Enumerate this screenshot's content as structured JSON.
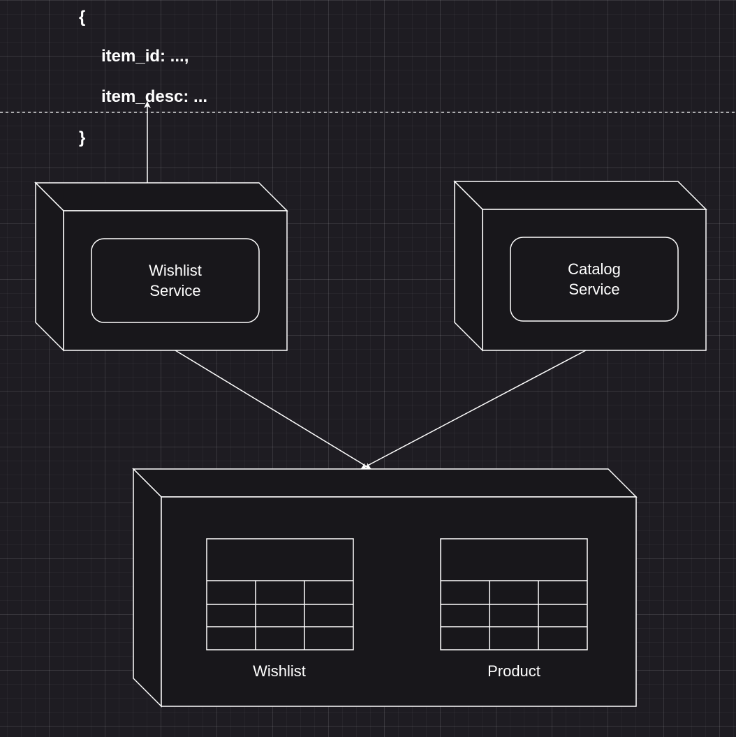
{
  "payload": {
    "open_brace": "{",
    "line1": "item_id: ...,",
    "line2": "item_desc: ...",
    "close_brace": "}"
  },
  "nodes": {
    "wishlist_service": {
      "line1": "Wishlist",
      "line2": "Service"
    },
    "catalog_service": {
      "line1": "Catalog",
      "line2": "Service"
    }
  },
  "database": {
    "tables": [
      {
        "name": "Wishlist"
      },
      {
        "name": "Product"
      }
    ]
  }
}
